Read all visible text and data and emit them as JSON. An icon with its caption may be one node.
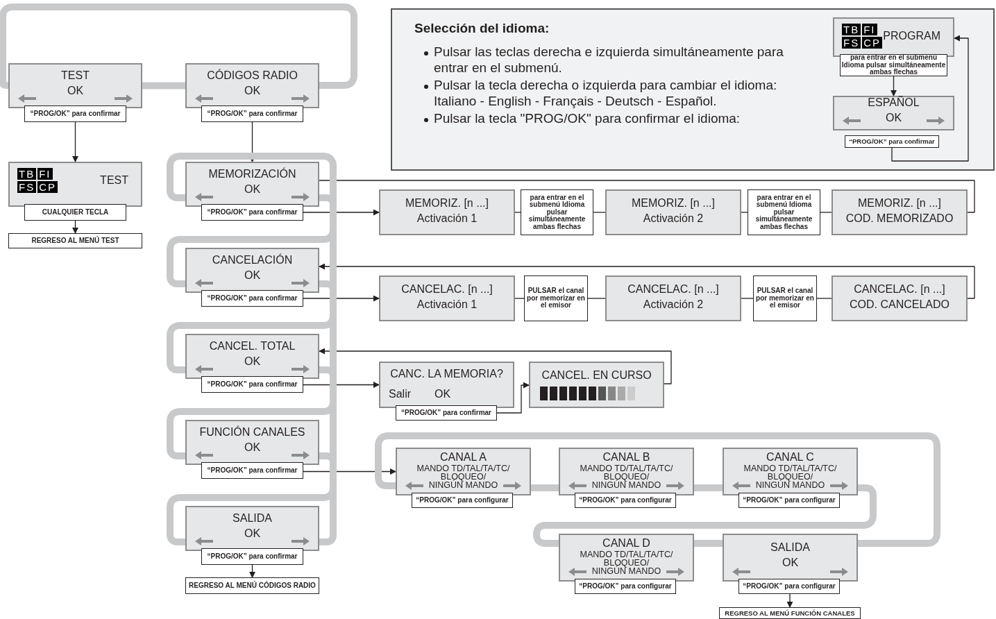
{
  "diagram": {
    "nodes": [
      {
        "text": [
          "TEST",
          "OK"
        ]
      },
      {
        "text": [
          "“PROG/OK” para confirmar"
        ]
      },
      {
        "text": [
          "CÓDIGOS RADIO",
          "OK"
        ]
      },
      {
        "text": [
          "“PROG/OK” para confirmar"
        ]
      },
      {
        "text": [
          "Selección del idioma:",
          "Pulsar las teclas derecha e izquierda simultáneamente para entrar en el submenú.",
          "Pulsar la tecla derecha o izquierda para cambiar el idioma: Italiano - English - Français - Deutsch - Español.",
          "Pulsar la tecla \"PROG/OK\" para confirmar el idioma:"
        ]
      },
      {
        "text": [
          "TB",
          "FI",
          "FS",
          "CP",
          "PROGRAM"
        ],
        "in": 4
      },
      {
        "text": [
          "para entrar en el submenú Idioma pulsar simultáneamente ambas flechas"
        ],
        "in": 4
      },
      {
        "text": [
          "ESPAÑOL",
          "OK"
        ],
        "in": 4
      },
      {
        "text": [
          "“PROG/OK” para confirmar"
        ],
        "in": 4
      },
      {
        "text": [
          "TB",
          "FI",
          "FS",
          "CP",
          "TEST"
        ]
      },
      {
        "text": [
          "CUALQUIER TECLA"
        ]
      },
      {
        "text": [
          "REGRESO AL MENÚ TEST"
        ]
      },
      {
        "text": [
          "MEMORIZACIÓN",
          "OK"
        ]
      },
      {
        "text": [
          "“PROG/OK” para confirmar"
        ]
      },
      {
        "text": [
          "MEMORIZ. [n ...]",
          "Activación 1"
        ]
      },
      {
        "text": [
          "para entrar en el submenú Idioma pulsar simultáneamente ambas flechas"
        ]
      },
      {
        "text": [
          "MEMORIZ. [n ...]",
          "Activación 2"
        ]
      },
      {
        "text": [
          "para entrar en el submenú Idioma pulsar simultáneamente ambas flechas"
        ]
      },
      {
        "text": [
          "MEMORIZ.  [n ...]",
          "COD. MEMORIZADO"
        ]
      },
      {
        "text": [
          "CANCELACIÓN",
          "OK"
        ]
      },
      {
        "text": [
          "“PROG/OK” para confirmar"
        ]
      },
      {
        "text": [
          "CANCELAC. [n ...]",
          "Activación 1"
        ]
      },
      {
        "text": [
          "PULSAR el canal por memorizar en el emisor"
        ]
      },
      {
        "text": [
          "CANCELAC. [n ...]",
          "Activación 2"
        ]
      },
      {
        "text": [
          "PULSAR el canal por memorizar en el emisor"
        ]
      },
      {
        "text": [
          "CANCELAC.  [n ...]",
          "COD. CANCELADO"
        ]
      },
      {
        "text": [
          "CANCEL. TOTAL",
          "OK"
        ]
      },
      {
        "text": [
          "“PROG/OK” para confirmar"
        ]
      },
      {
        "text": [
          "CANC. LA MEMORIA?",
          "Salir",
          "OK"
        ]
      },
      {
        "text": [
          "“PROG/OK” para confirmar"
        ]
      },
      {
        "text": [
          "CANCEL. EN CURSO"
        ]
      },
      {
        "text": [
          "FUNCIÓN CANALES",
          "OK"
        ]
      },
      {
        "text": [
          "“PROG/OK” para confirmar"
        ]
      },
      {
        "text": [
          "CANAL A",
          "MANDO TD/TAL/TA/TC/ BLOQUEO/ NINGÚN MANDO"
        ]
      },
      {
        "text": [
          "“PROG/OK” para configurar"
        ]
      },
      {
        "text": [
          "CANAL B",
          "MANDO TD/TAL/TA/TC/ BLOQUEO/ NINGÚN MANDO"
        ]
      },
      {
        "text": [
          "“PROG/OK” para configurar"
        ]
      },
      {
        "text": [
          "CANAL C",
          "MANDO TD/TAL/TA/TC/ BLOQUEO/ NINGÚN MANDO"
        ]
      },
      {
        "text": [
          "“PROG/OK” para configurar"
        ]
      },
      {
        "text": [
          "SALIDA",
          "OK"
        ]
      },
      {
        "text": [
          "“PROG/OK” para confirmar"
        ]
      },
      {
        "text": [
          "REGRESO AL MENÚ CÓDIGOS RADIO"
        ]
      },
      {
        "text": [
          "CANAL D",
          "MANDO TD/TAL/TA/TC/ BLOQUEO/ NINGÚN MANDO"
        ]
      },
      {
        "text": [
          "“PROG/OK” para configurar"
        ]
      },
      {
        "text": [
          "SALIDA",
          "OK"
        ]
      },
      {
        "text": [
          "“PROG/OK” para configurar"
        ]
      },
      {
        "text": [
          "REGRESO AL MENÚ FUNCIÓN CANALES"
        ]
      }
    ],
    "edges": [
      {
        "from": 0,
        "to": 2,
        "arrow": "none",
        "style": "thick",
        "color": "#c8c9cb"
      },
      {
        "from": 2,
        "to": 0,
        "arrow": "none",
        "style": "thick",
        "color": "#c8c9cb"
      },
      {
        "from": 1,
        "to": 9,
        "arrow": "to"
      },
      {
        "from": 10,
        "to": 11,
        "arrow": "to"
      },
      {
        "from": 3,
        "to": 12,
        "arrow": "to"
      },
      {
        "from": 6,
        "to": 7,
        "arrow": "to"
      },
      {
        "from": 8,
        "to": 5,
        "arrow": "to"
      },
      {
        "from": 12,
        "to": 19,
        "arrow": "none",
        "style": "thick",
        "color": "#c8c9cb"
      },
      {
        "from": 13,
        "to": 14,
        "arrow": "to"
      },
      {
        "from": 14,
        "to": 15,
        "arrow": "none"
      },
      {
        "from": 15,
        "to": 16,
        "arrow": "none"
      },
      {
        "from": 16,
        "to": 17,
        "arrow": "none"
      },
      {
        "from": 17,
        "to": 18,
        "arrow": "none"
      },
      {
        "from": 18,
        "to": 12,
        "arrow": "none"
      },
      {
        "from": 19,
        "to": 26,
        "arrow": "none",
        "style": "thick",
        "color": "#c8c9cb"
      },
      {
        "from": 20,
        "to": 21,
        "arrow": "to"
      },
      {
        "from": 21,
        "to": 22,
        "arrow": "none"
      },
      {
        "from": 22,
        "to": 23,
        "arrow": "none"
      },
      {
        "from": 23,
        "to": 24,
        "arrow": "none"
      },
      {
        "from": 24,
        "to": 25,
        "arrow": "none"
      },
      {
        "from": 25,
        "to": 19,
        "arrow": "to"
      },
      {
        "from": 26,
        "to": 31,
        "arrow": "none",
        "style": "thick",
        "color": "#c8c9cb"
      },
      {
        "from": 27,
        "to": 28,
        "arrow": "to"
      },
      {
        "from": 29,
        "to": 30,
        "arrow": "to"
      },
      {
        "from": 30,
        "to": 26,
        "arrow": "to"
      },
      {
        "from": 31,
        "to": 39,
        "arrow": "none",
        "style": "thick",
        "color": "#c8c9cb"
      },
      {
        "from": 32,
        "to": 33,
        "arrow": "to"
      },
      {
        "from": 39,
        "to": 12,
        "arrow": "none",
        "style": "thick",
        "color": "#c8c9cb"
      },
      {
        "from": 40,
        "to": 41,
        "arrow": "to"
      },
      {
        "from": 33,
        "to": 35,
        "arrow": "none",
        "style": "thick",
        "color": "#c8c9cb"
      },
      {
        "from": 35,
        "to": 37,
        "arrow": "none",
        "style": "thick",
        "color": "#c8c9cb"
      },
      {
        "from": 37,
        "to": 42,
        "arrow": "none",
        "style": "thick",
        "color": "#c8c9cb"
      },
      {
        "from": 42,
        "to": 44,
        "arrow": "none",
        "style": "thick",
        "color": "#c8c9cb"
      },
      {
        "from": 44,
        "to": 33,
        "arrow": "none",
        "style": "thick",
        "color": "#c8c9cb"
      },
      {
        "from": 45,
        "to": 46,
        "arrow": "to"
      }
    ]
  }
}
